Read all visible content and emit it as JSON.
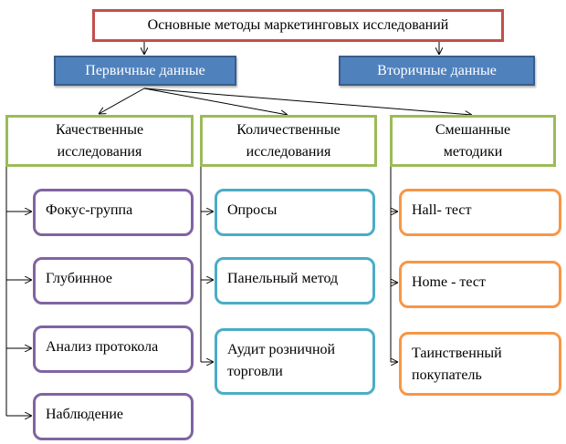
{
  "title": "Основные методы маркетинговых исследований",
  "data_types": {
    "primary": "Первичные данные",
    "secondary": "Вторичные данные"
  },
  "categories": [
    {
      "label_line1": "Качественные",
      "label_line2": "исследования",
      "items": [
        "Фокус-группа",
        "Глубинное",
        "Анализ протокола",
        "Наблюдение"
      ]
    },
    {
      "label_line1": "Количественные",
      "label_line2": "исследования",
      "items": [
        "Опросы",
        "Панельный метод",
        "Аудит розничной торговли"
      ]
    },
    {
      "label_line1": "Смешанные",
      "label_line2": "методики",
      "items": [
        "Hall- тест",
        "Home - тест",
        "Таинственный покупатель"
      ]
    }
  ],
  "colors": {
    "title_border": "#c0504d",
    "data_box_fill": "#4f81bd",
    "category_border": "#9bbb59",
    "qualitative_border": "#8064a2",
    "quantitative_border": "#4bacc6",
    "mixed_border": "#f79646"
  }
}
